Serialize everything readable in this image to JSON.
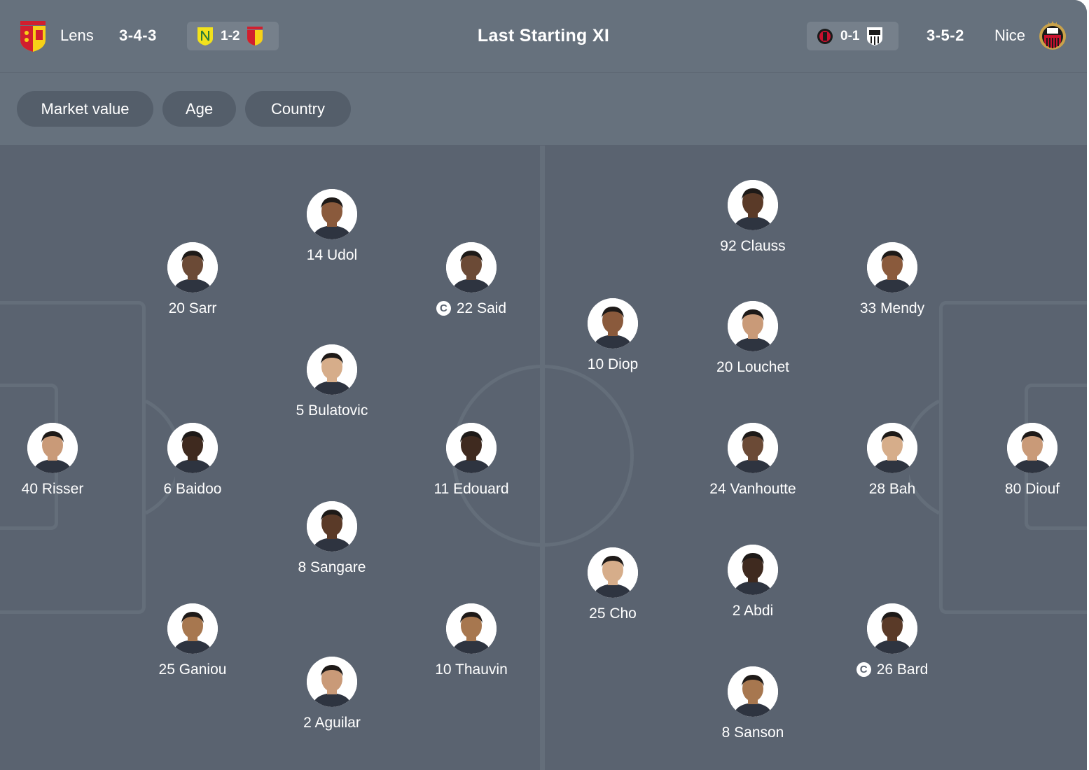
{
  "header": {
    "title": "Last Starting XI",
    "home": {
      "name": "Lens",
      "formation": "3-4-3",
      "crest_icon": "lens-crest-icon",
      "last_result": {
        "score": "1-2",
        "left_crest": "nantes-crest-icon",
        "right_crest": "lens-crest-icon"
      }
    },
    "away": {
      "name": "Nice",
      "formation": "3-5-2",
      "crest_icon": "nice-crest-icon",
      "last_result": {
        "score": "0-1",
        "left_crest": "nice-crest-icon",
        "right_crest": "angers-crest-icon"
      }
    }
  },
  "filters": [
    "Market value",
    "Age",
    "Country"
  ],
  "home_players": [
    {
      "label": "40 Risser",
      "captain": false
    },
    {
      "label": "20 Sarr",
      "captain": false
    },
    {
      "label": "6 Baidoo",
      "captain": false
    },
    {
      "label": "25 Ganiou",
      "captain": false
    },
    {
      "label": "14 Udol",
      "captain": false
    },
    {
      "label": "5 Bulatovic",
      "captain": false
    },
    {
      "label": "8 Sangare",
      "captain": false
    },
    {
      "label": "2 Aguilar",
      "captain": false
    },
    {
      "label": "22 Said",
      "captain": true
    },
    {
      "label": "11 Edouard",
      "captain": false
    },
    {
      "label": "10 Thauvin",
      "captain": false
    }
  ],
  "away_players": [
    {
      "label": "10 Diop",
      "captain": false
    },
    {
      "label": "25 Cho",
      "captain": false
    },
    {
      "label": "92 Clauss",
      "captain": false
    },
    {
      "label": "20 Louchet",
      "captain": false
    },
    {
      "label": "24 Vanhoutte",
      "captain": false
    },
    {
      "label": "2 Abdi",
      "captain": false
    },
    {
      "label": "8 Sanson",
      "captain": false
    },
    {
      "label": "33 Mendy",
      "captain": false
    },
    {
      "label": "28 Bah",
      "captain": false
    },
    {
      "label": "26 Bard",
      "captain": true
    },
    {
      "label": "80 Diouf",
      "captain": false
    }
  ],
  "captain_mark": "C",
  "colors": {
    "background": "#5a6370",
    "header": "#66717d",
    "pill": "#545e6a",
    "pitch_lines": "#646e7a",
    "lens_red": "#d11f2e",
    "lens_yellow": "#f7d117",
    "nantes_yellow": "#f2e21b",
    "nice_red": "#c8102e"
  }
}
